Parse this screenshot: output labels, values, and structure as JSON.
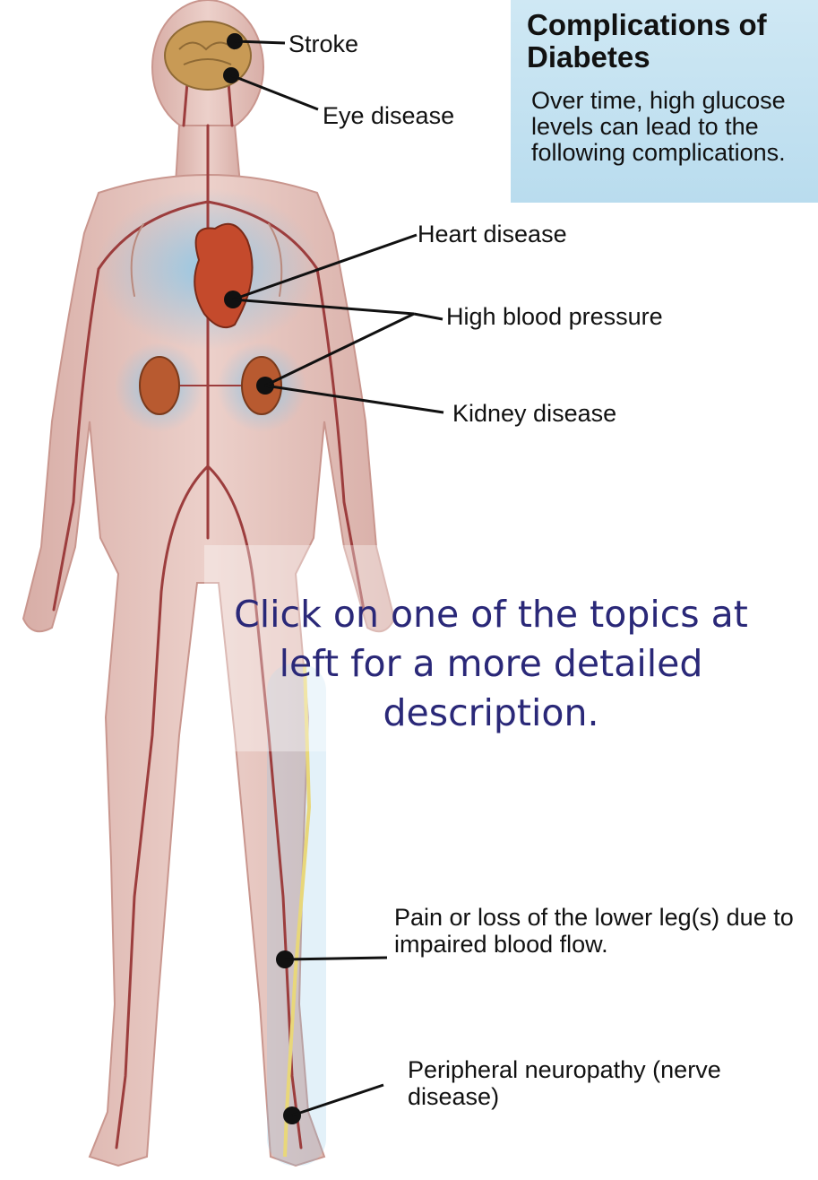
{
  "title": "Complications of Diabetes",
  "subtitle": "Over time, high glucose levels can lead to the following complications.",
  "labels": {
    "stroke": "Stroke",
    "eye": "Eye disease",
    "heart": "Heart disease",
    "bp": "High blood pressure",
    "kidney": "Kidney disease",
    "leg": "Pain or loss of the lower leg(s) due to impaired blood flow.",
    "neuropathy": "Peripheral neuropathy (nerve disease)"
  },
  "instruction": "Click on one of the topics at left for a more detailed description.",
  "colors": {
    "skin": "#e6c3bc",
    "vessel": "#9c3d3d",
    "heart": "#c44a2c",
    "kidney": "#b85a30",
    "brain": "#c89a55",
    "nerve": "#e8d77a",
    "glow": "#8ec6e6",
    "box": "#c5e3f2",
    "instruction_text": "#2a2878"
  }
}
